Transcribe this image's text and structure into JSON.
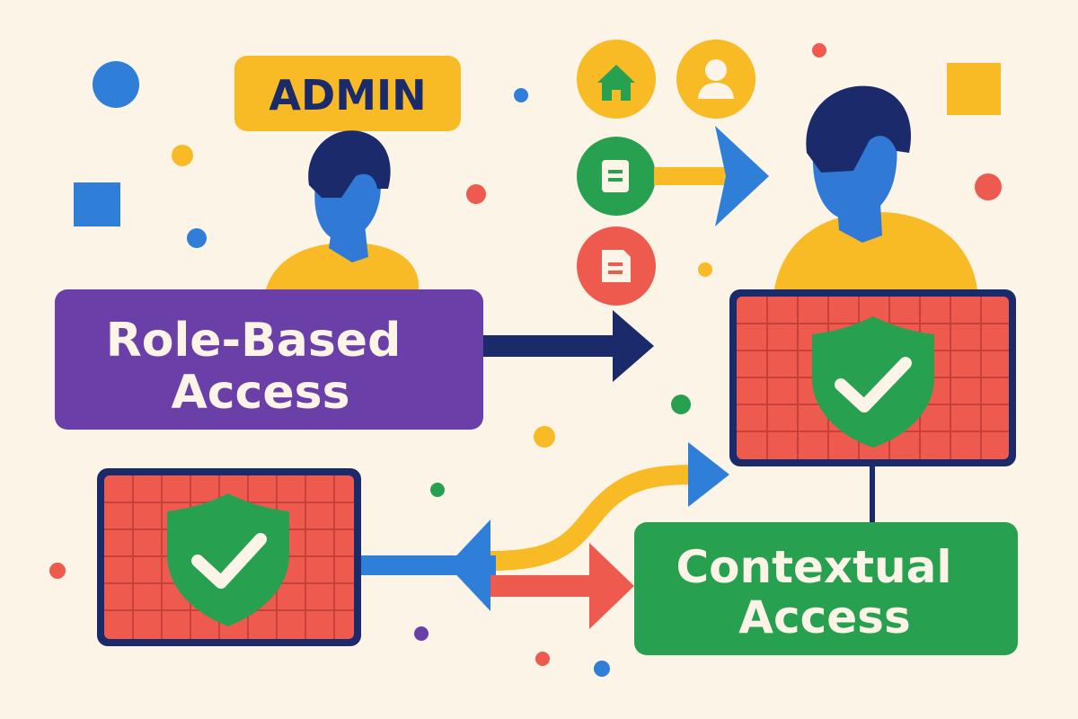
{
  "admin_badge": {
    "text": "ADMIN"
  },
  "role_based_box": {
    "line1": "Role-Based",
    "line2": "Access"
  },
  "contextual_box": {
    "line1": "Contextual",
    "line2": "Access"
  },
  "icons": {
    "home": "home-icon",
    "user": "user-icon",
    "document_green": "document-icon",
    "document_red": "document-icon",
    "shield": "shield-check-icon"
  },
  "colors": {
    "background": "#fcf4e6",
    "navy": "#1b2a6b",
    "yellow": "#f8bb25",
    "blue": "#2f7fd9",
    "purple": "#6a3fa8",
    "green": "#27a04f",
    "red": "#ef5a4f",
    "skin_blue": "#3179d6",
    "text_light": "#fcf4e6"
  }
}
